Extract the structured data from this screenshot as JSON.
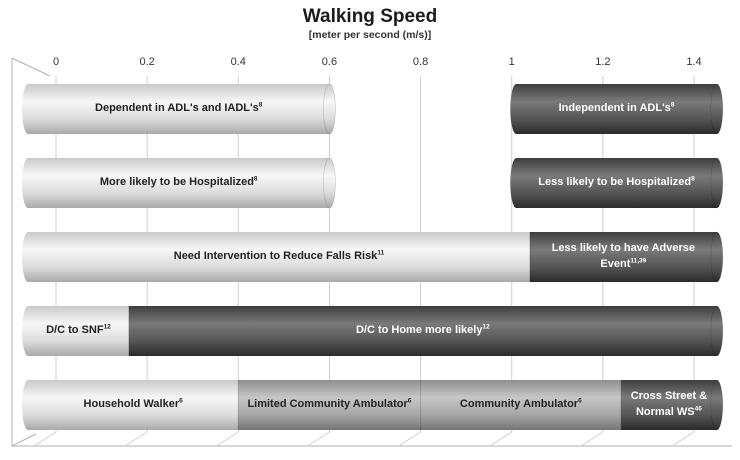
{
  "chart_data": {
    "type": "bar",
    "title": "Walking Speed",
    "subtitle": "[meter per second (m/s)]",
    "xlim": [
      0,
      1.45
    ],
    "xticks": [
      "0",
      "0.2",
      "0.4",
      "0.6",
      "0.8",
      "1",
      "1.2",
      "1.4"
    ],
    "grid": true,
    "colors": {
      "light": "#dcdcdc",
      "mid": "#a9a9a9",
      "dark": "#595959"
    },
    "rows": [
      {
        "name": "adl",
        "segments": [
          {
            "label": "Dependent in ADL's and IADL's",
            "ref": "8",
            "start": 0,
            "end": 0.6,
            "tone": "light"
          },
          {
            "label": "Independent in ADL's",
            "ref": "8",
            "start": 1.01,
            "end": 1.45,
            "tone": "dark"
          }
        ]
      },
      {
        "name": "hospitalization",
        "segments": [
          {
            "label": "More likely to be Hospitalized",
            "ref": "8",
            "start": 0,
            "end": 0.6,
            "tone": "light"
          },
          {
            "label": "Less likely to be Hospitalized",
            "ref": "8",
            "start": 1.01,
            "end": 1.45,
            "tone": "dark"
          }
        ]
      },
      {
        "name": "falls",
        "segments": [
          {
            "label": "Need Intervention to Reduce Falls Risk",
            "ref": "11",
            "start": 0,
            "end": 1.04,
            "tone": "light"
          },
          {
            "label": "Less likely to have Adverse Event",
            "ref": "11,39",
            "start": 1.04,
            "end": 1.45,
            "tone": "dark"
          }
        ]
      },
      {
        "name": "discharge",
        "segments": [
          {
            "label": "D/C to SNF",
            "ref": "12",
            "start": 0,
            "end": 0.16,
            "tone": "light"
          },
          {
            "label": "D/C to Home more likely",
            "ref": "12",
            "start": 0.16,
            "end": 1.45,
            "tone": "dark"
          }
        ]
      },
      {
        "name": "ambulation",
        "segments": [
          {
            "label": "Household Walker",
            "ref": "6",
            "start": 0,
            "end": 0.4,
            "tone": "light"
          },
          {
            "label": "Limited Community Ambulator",
            "ref": "6",
            "start": 0.4,
            "end": 0.8,
            "tone": "mid"
          },
          {
            "label": "Community Ambulator",
            "ref": "6",
            "start": 0.8,
            "end": 1.24,
            "tone": "mid"
          },
          {
            "label": "Cross Street & Normal WS",
            "ref": "46",
            "start": 1.24,
            "end": 1.45,
            "tone": "dark"
          }
        ]
      }
    ]
  }
}
